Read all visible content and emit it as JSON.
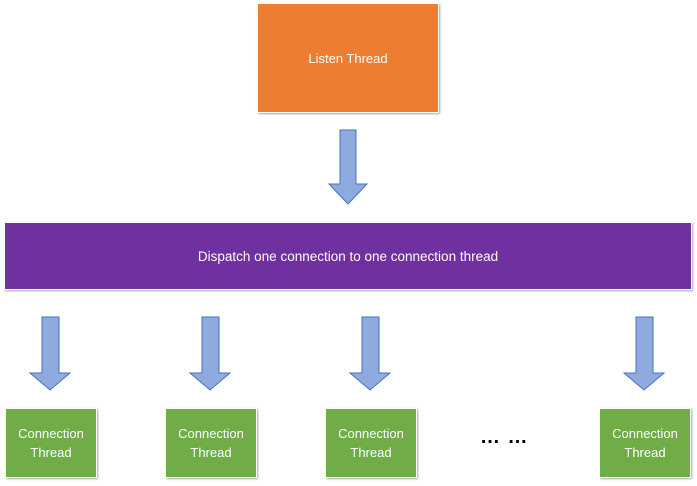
{
  "listen_thread": {
    "label": "Listen Thread",
    "color": "#ed7d31"
  },
  "dispatch": {
    "label": "Dispatch one connection to one connection thread",
    "color": "#7030a0"
  },
  "connection_threads": [
    {
      "line1": "Connection",
      "line2": "Thread"
    },
    {
      "line1": "Connection",
      "line2": "Thread"
    },
    {
      "line1": "Connection",
      "line2": "Thread"
    },
    {
      "line1": "Connection",
      "line2": "Thread"
    }
  ],
  "connection_color": "#70ad47",
  "ellipsis": "… …",
  "arrow_color": "#8faadc",
  "arrow_stroke": "#4472c4"
}
